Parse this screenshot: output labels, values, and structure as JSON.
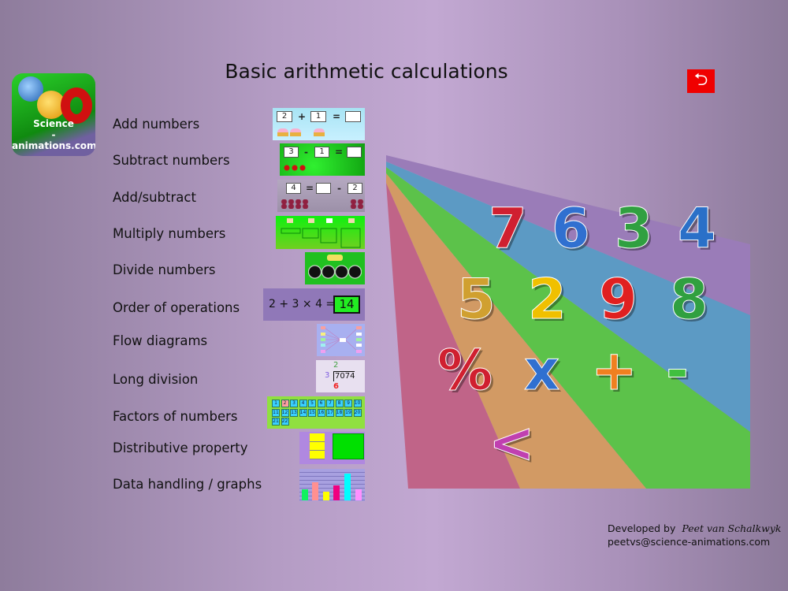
{
  "header": {
    "title": "Basic arithmetic calculations",
    "back_icon": "back-arrow-icon"
  },
  "logo": {
    "text": "Science\n-animations.com",
    "line1": "Science",
    "line2": "-animations.com"
  },
  "menu": [
    {
      "label": "Add numbers"
    },
    {
      "label": "Subtract numbers"
    },
    {
      "label": "Add/subtract"
    },
    {
      "label": "Multiply numbers"
    },
    {
      "label": "Divide numbers"
    },
    {
      "label": "Order of operations"
    },
    {
      "label": "Flow diagrams"
    },
    {
      "label": "Long division"
    },
    {
      "label": "Factors of numbers"
    },
    {
      "label": "Distributive property"
    },
    {
      "label": "Data handling / graphs"
    }
  ],
  "thumbs": {
    "add": {
      "a": "2",
      "op": "+",
      "b": "1",
      "eq": "="
    },
    "subtract": {
      "a": "3",
      "op": "-",
      "b": "1",
      "eq": "="
    },
    "addsub": {
      "a": "4",
      "eq": "=",
      "op": "-",
      "b": "2"
    },
    "order": {
      "expr": "2 + 3 × 4 =",
      "answer": "14"
    },
    "longdiv": {
      "divisor": "3",
      "dividend": "7074",
      "quotient": "2",
      "product": "6"
    },
    "factors": {
      "numbers": [
        "1",
        "2",
        "3",
        "4",
        "5",
        "6",
        "7",
        "8",
        "9",
        "10",
        "11",
        "12",
        "13",
        "14",
        "15",
        "16",
        "17",
        "18",
        "19",
        "20",
        "21",
        "22"
      ]
    }
  },
  "hero": {
    "digits": [
      "7",
      "6",
      "3",
      "4",
      "5",
      "2",
      "9",
      "8",
      "%",
      "x",
      "+",
      "-",
      "<"
    ],
    "colors": {
      "pink": "#c06488",
      "orange": "#d29a64",
      "green": "#5cc24a",
      "blue": "#5c9ac4",
      "purple": "#9a7cb8"
    }
  },
  "credit": {
    "prefix": "Developed by",
    "author": "Peet van Schalkwyk",
    "email": "peetvs@science-animations.com"
  },
  "colors": {
    "back_button": "#f00000",
    "accent_green": "#22ee22"
  }
}
